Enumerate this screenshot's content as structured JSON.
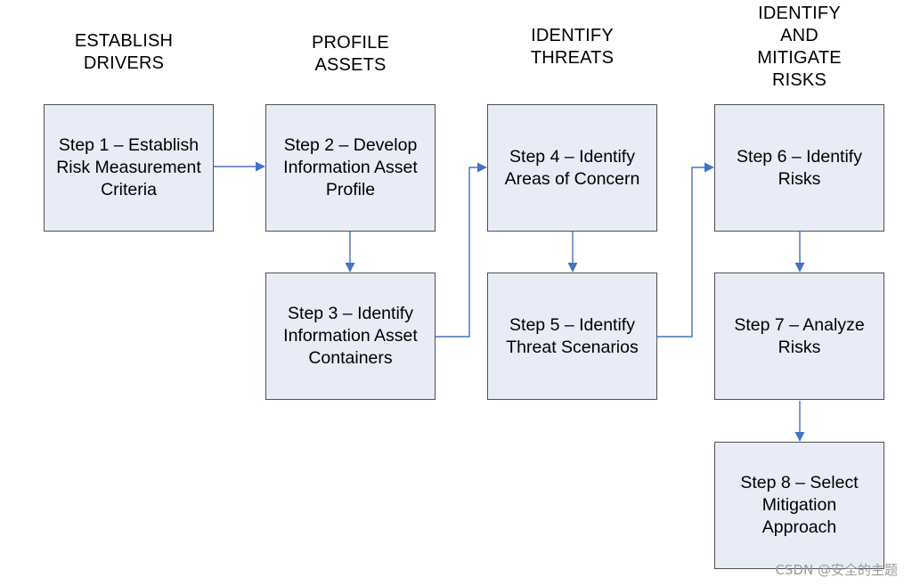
{
  "phases": [
    "ESTABLISH\nDRIVERS",
    "PROFILE\nASSETS",
    "IDENTIFY\nTHREATS",
    "IDENTIFY\nAND\nMITIGATE\nRISKS"
  ],
  "steps": [
    "Step 1 – Establish\nRisk Measurement\nCriteria",
    "Step 2 – Develop\nInformation Asset\nProfile",
    "Step 3 – Identify\nInformation Asset\nContainers",
    "Step 4 – Identify\nAreas of Concern",
    "Step 5 – Identify\nThreat Scenarios",
    "Step 6 – Identify\nRisks",
    "Step 7 – Analyze\nRisks",
    "Step 8 – Select\nMitigation\nApproach"
  ],
  "connector_color": "#4472c4",
  "watermark": "CSDN @安全的主题"
}
